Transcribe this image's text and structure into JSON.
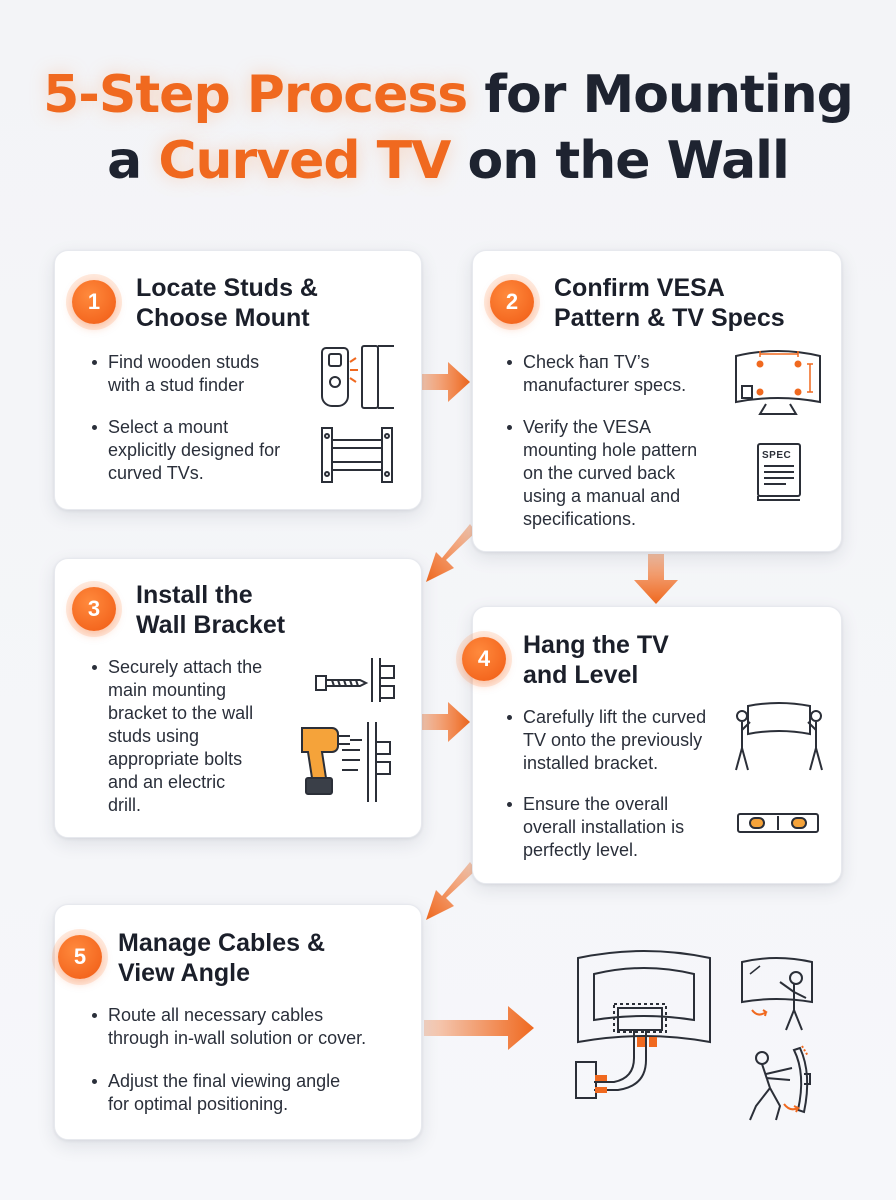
{
  "title": {
    "part1_highlight": "5-Step Process",
    "part1_rest": " for Mounting",
    "part2_a": "a ",
    "part2_highlight": "Curved TV",
    "part2_rest": " on the Wall"
  },
  "steps": [
    {
      "number": "1",
      "title_lines": [
        "Locate Studs &",
        "Choose Mount"
      ],
      "bullets": [
        [
          "Find wooden studs",
          "with a stud finder"
        ],
        [
          "Select a mount",
          "explicitly designed for",
          "curved TVs."
        ]
      ]
    },
    {
      "number": "2",
      "title_lines": [
        "Confirm VESA",
        "Pattern & TV Specs"
      ],
      "bullets": [
        [
          "Check ħап TV’s",
          "manufacturer specs."
        ],
        [
          "Verify the VESA",
          "mounting hole pattern",
          "on the curved back",
          "using a manual and",
          "specifications."
        ]
      ],
      "spec_label": "SPEC"
    },
    {
      "number": "3",
      "title_lines": [
        "Install the",
        "Wall Bracket"
      ],
      "bullets": [
        [
          "Securely attach the",
          "main mounting",
          "bracket to the wall",
          "studs using",
          "appropriate bolts",
          "and an electric",
          "drill."
        ]
      ]
    },
    {
      "number": "4",
      "title_lines": [
        "Hang the TV",
        "and Level"
      ],
      "bullets": [
        [
          "Carefully lift the curved",
          "TV onto the previously",
          "installed bracket."
        ],
        [
          "Ensure the overall",
          "overall installation is",
          "perfectly level."
        ]
      ]
    },
    {
      "number": "5",
      "title_lines": [
        "Manage Cables &",
        "View Angle"
      ],
      "bullets": [
        [
          "Route all necessary cables",
          "through in-wall solution or cover."
        ],
        [
          "Adjust the final viewing angle",
          "for optimal positioning."
        ]
      ]
    }
  ],
  "colors": {
    "accent": "#f0691f",
    "text": "#1e2330",
    "icon_stroke": "#2b2f38"
  }
}
